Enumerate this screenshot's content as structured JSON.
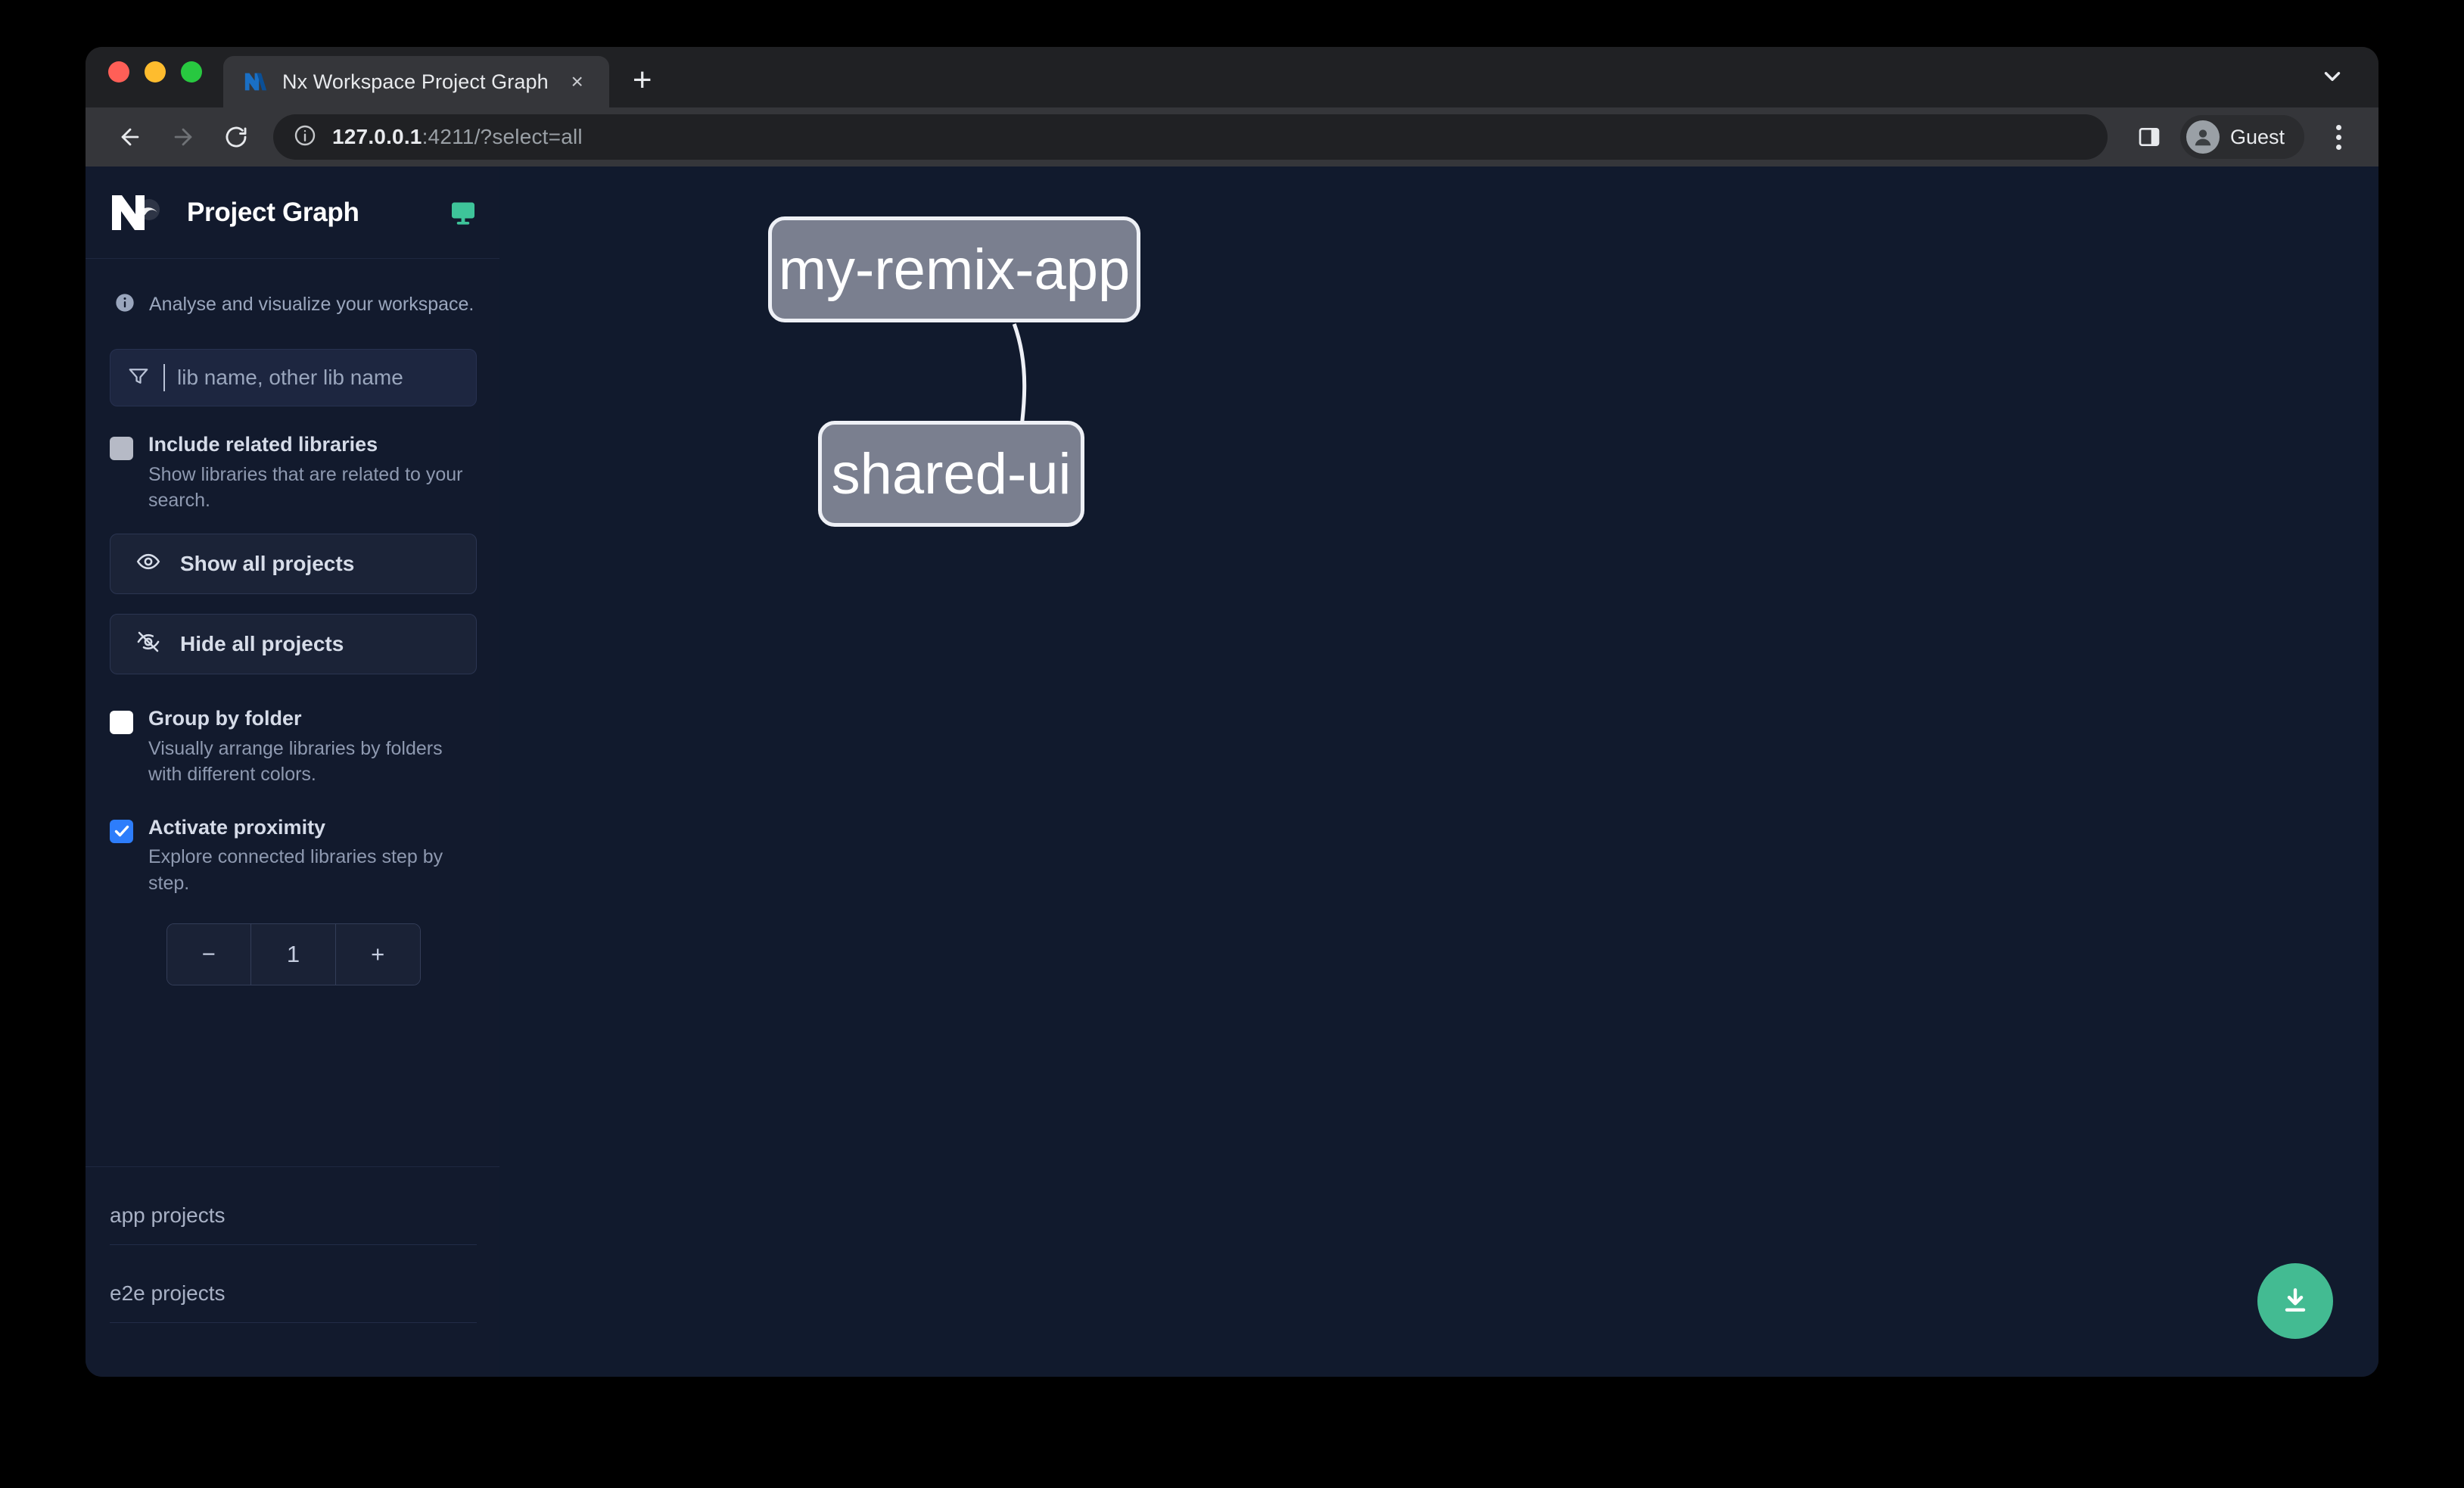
{
  "browser": {
    "tab": {
      "title": "Nx Workspace Project Graph",
      "favicon": "nx-favicon",
      "close_label": "×"
    },
    "new_tab_label": "+",
    "omnibox": {
      "host": "127.0.0.1",
      "rest": ":4211/?select=all"
    },
    "profile": {
      "name": "Guest"
    }
  },
  "sidebar": {
    "title": "Project Graph",
    "hint": "Analyse and visualize your workspace.",
    "filter": {
      "placeholder": "lib name, other lib name",
      "value": ""
    },
    "options": [
      {
        "label": "Include related libraries",
        "description": "Show libraries that are related to your search.",
        "checked": false
      },
      {
        "label": "Group by folder",
        "description": "Visually arrange libraries by folders with different colors.",
        "checked": false
      },
      {
        "label": "Activate proximity",
        "description": "Explore connected libraries step by step.",
        "checked": true
      }
    ],
    "buttons": [
      {
        "label": "Show all projects",
        "icon": "eye-icon"
      },
      {
        "label": "Hide all projects",
        "icon": "eye-off-icon"
      }
    ],
    "stepper": {
      "decrement": "−",
      "value": "1",
      "increment": "+"
    },
    "project_sections": [
      {
        "label": "app projects"
      },
      {
        "label": "e2e projects"
      }
    ]
  },
  "graph": {
    "nodes": [
      {
        "id": "my-remix-app",
        "label": "my-remix-app"
      },
      {
        "id": "shared-ui",
        "label": "shared-ui"
      }
    ],
    "edges": [
      {
        "from": "my-remix-app",
        "to": "shared-ui"
      }
    ],
    "download_button": {
      "icon": "download-icon"
    }
  },
  "colors": {
    "accent_green": "#43bb92",
    "checkbox_checked": "#2d7dfb",
    "node_fill": "#7a7f8f",
    "node_border": "#eef0f6",
    "canvas_bg": "#111a2d",
    "sidebar_bg": "#121a2d"
  }
}
